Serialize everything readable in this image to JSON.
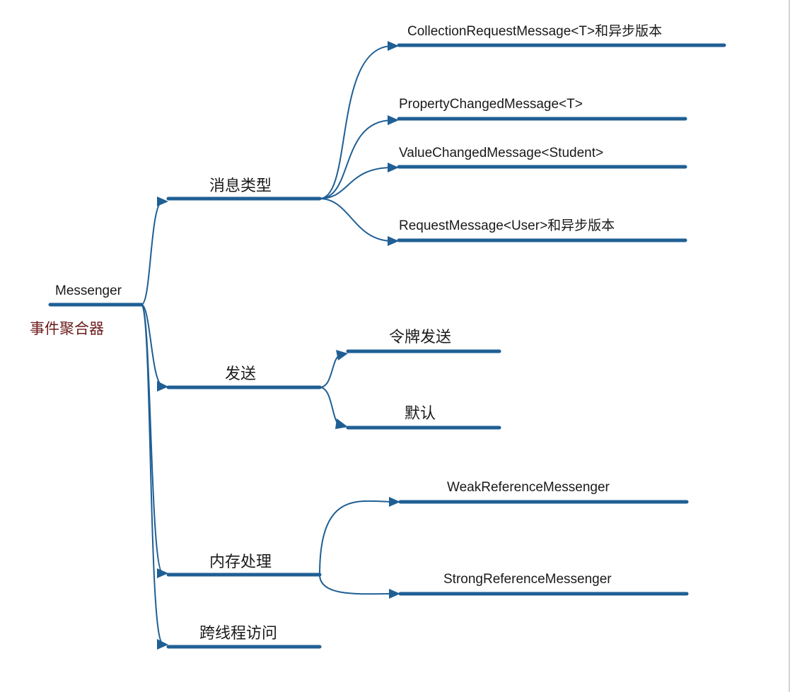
{
  "colors": {
    "line": "#1f5f94",
    "sub_label": "#6b1a1a",
    "text": "#1a1a1a"
  },
  "root": {
    "label": "Messenger",
    "sublabel": "事件聚合器"
  },
  "branches": [
    {
      "label": "消息类型",
      "children": [
        {
          "label": "CollectionRequestMessage<T>和异步版本"
        },
        {
          "label": "PropertyChangedMessage<T>"
        },
        {
          "label": "ValueChangedMessage<Student>"
        },
        {
          "label": "RequestMessage<User>和异步版本"
        }
      ]
    },
    {
      "label": "发送",
      "children": [
        {
          "label": "令牌发送"
        },
        {
          "label": "默认"
        }
      ]
    },
    {
      "label": "内存处理",
      "children": [
        {
          "label": "WeakReferenceMessenger"
        },
        {
          "label": "StrongReferenceMessenger"
        }
      ]
    },
    {
      "label": "跨线程访问",
      "children": []
    }
  ]
}
